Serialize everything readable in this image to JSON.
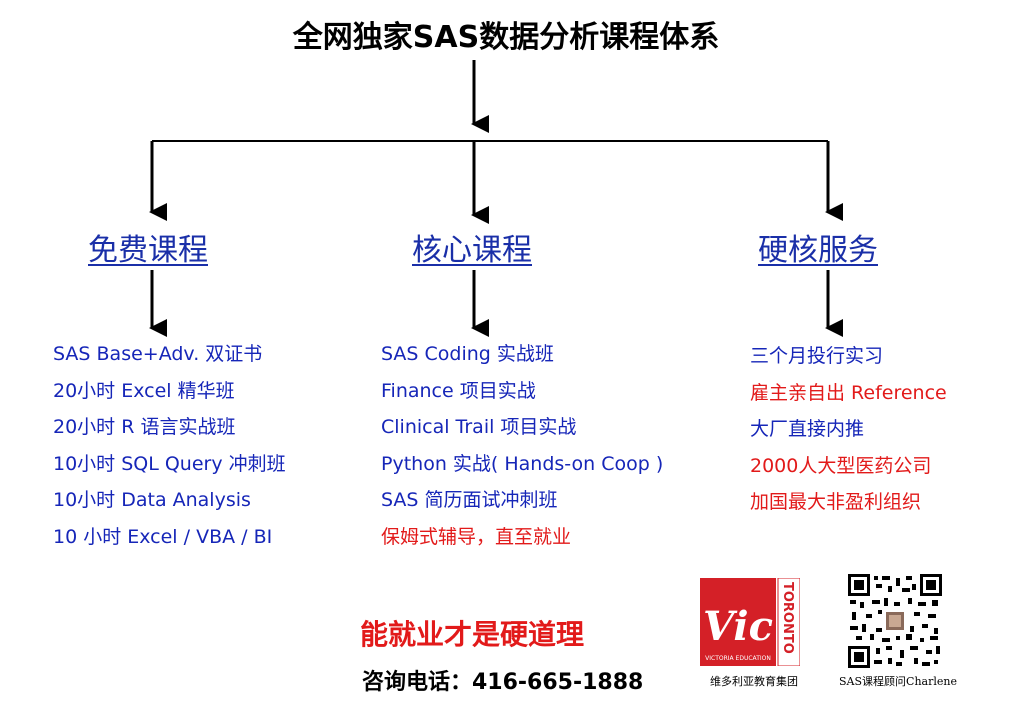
{
  "title": "全网独家SAS数据分析课程体系",
  "columns": [
    {
      "heading": "免费课程",
      "items": [
        {
          "text": "SAS Base+Adv. 双证书",
          "color": "#1626b8"
        },
        {
          "text": "20小时 Excel 精华班",
          "color": "#1626b8"
        },
        {
          "text": "20小时 R 语言实战班",
          "color": "#1626b8"
        },
        {
          "text": "10小时 SQL Query 冲刺班",
          "color": "#1626b8"
        },
        {
          "text": "10小时 Data Analysis",
          "color": "#1626b8"
        },
        {
          "text": "10 小时 Excel / VBA / BI",
          "color": "#1626b8"
        }
      ]
    },
    {
      "heading": "核心课程",
      "items": [
        {
          "text": "SAS Coding 实战班",
          "color": "#1626b8"
        },
        {
          "text": "Finance 项目实战",
          "color": "#1626b8"
        },
        {
          "text": "Clinical Trail 项目实战",
          "color": "#1626b8"
        },
        {
          "text": "Python 实战( Hands-on Coop )",
          "color": "#1626b8"
        },
        {
          "text": "SAS 简历面试冲刺班",
          "color": "#1626b8"
        },
        {
          "text": "保姆式辅导，直至就业",
          "color": "#e21a1a"
        }
      ]
    },
    {
      "heading": "硬核服务",
      "items": [
        {
          "text": "三个月投行实习",
          "color": "#1626b8"
        },
        {
          "text": "雇主亲自出 Reference",
          "color": "#e21a1a"
        },
        {
          "text": "大厂直接内推",
          "color": "#1626b8"
        },
        {
          "text": "2000人大型医药公司",
          "color": "#e21a1a"
        },
        {
          "text": "加国最大非盈利组织",
          "color": "#e21a1a"
        }
      ]
    }
  ],
  "footer": {
    "slogan": "能就业才是硬道理",
    "phone": "咨询电话：416-665-1888",
    "logo_letters": "Vic",
    "logo_side_text": "TORONTO",
    "logo_small_text": "VICTORIA EDUCATION",
    "logo_caption": "维多利亚教育集团",
    "qr_caption": "SAS课程顾问Charlene",
    "logo_color": "#d42027"
  }
}
